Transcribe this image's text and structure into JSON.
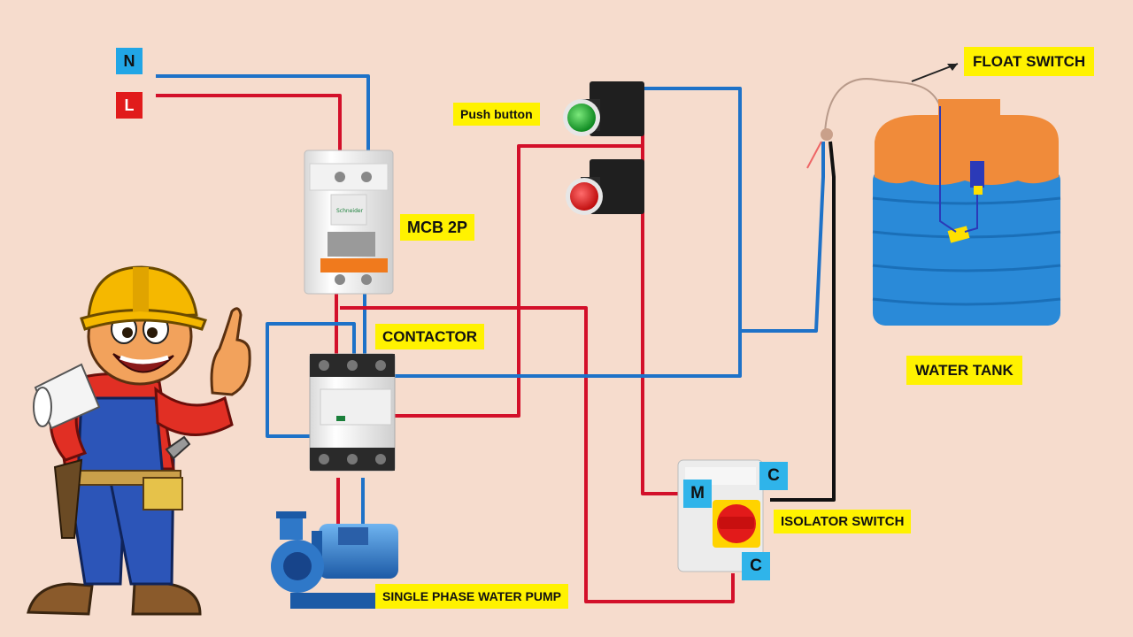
{
  "labels": {
    "neutral": "N",
    "live": "L",
    "push_button": "Push button",
    "mcb": "MCB 2P",
    "contactor": "CONTACTOR",
    "pump": "SINGLE PHASE WATER PUMP",
    "float_switch": "FLOAT SWITCH",
    "water_tank": "WATER TANK",
    "isolator": "ISOLATOR SWITCH",
    "isolator_m": "M",
    "isolator_c_top": "C",
    "isolator_c_bottom": "C"
  },
  "colors": {
    "background": "#f6dccd",
    "label_bg": "#fff200",
    "wire_live": "#d3102a",
    "wire_neutral": "#1e72c8",
    "wire_float_black": "#111111",
    "tank_body": "#2a8ad8",
    "tank_lid": "#f08b3a"
  }
}
